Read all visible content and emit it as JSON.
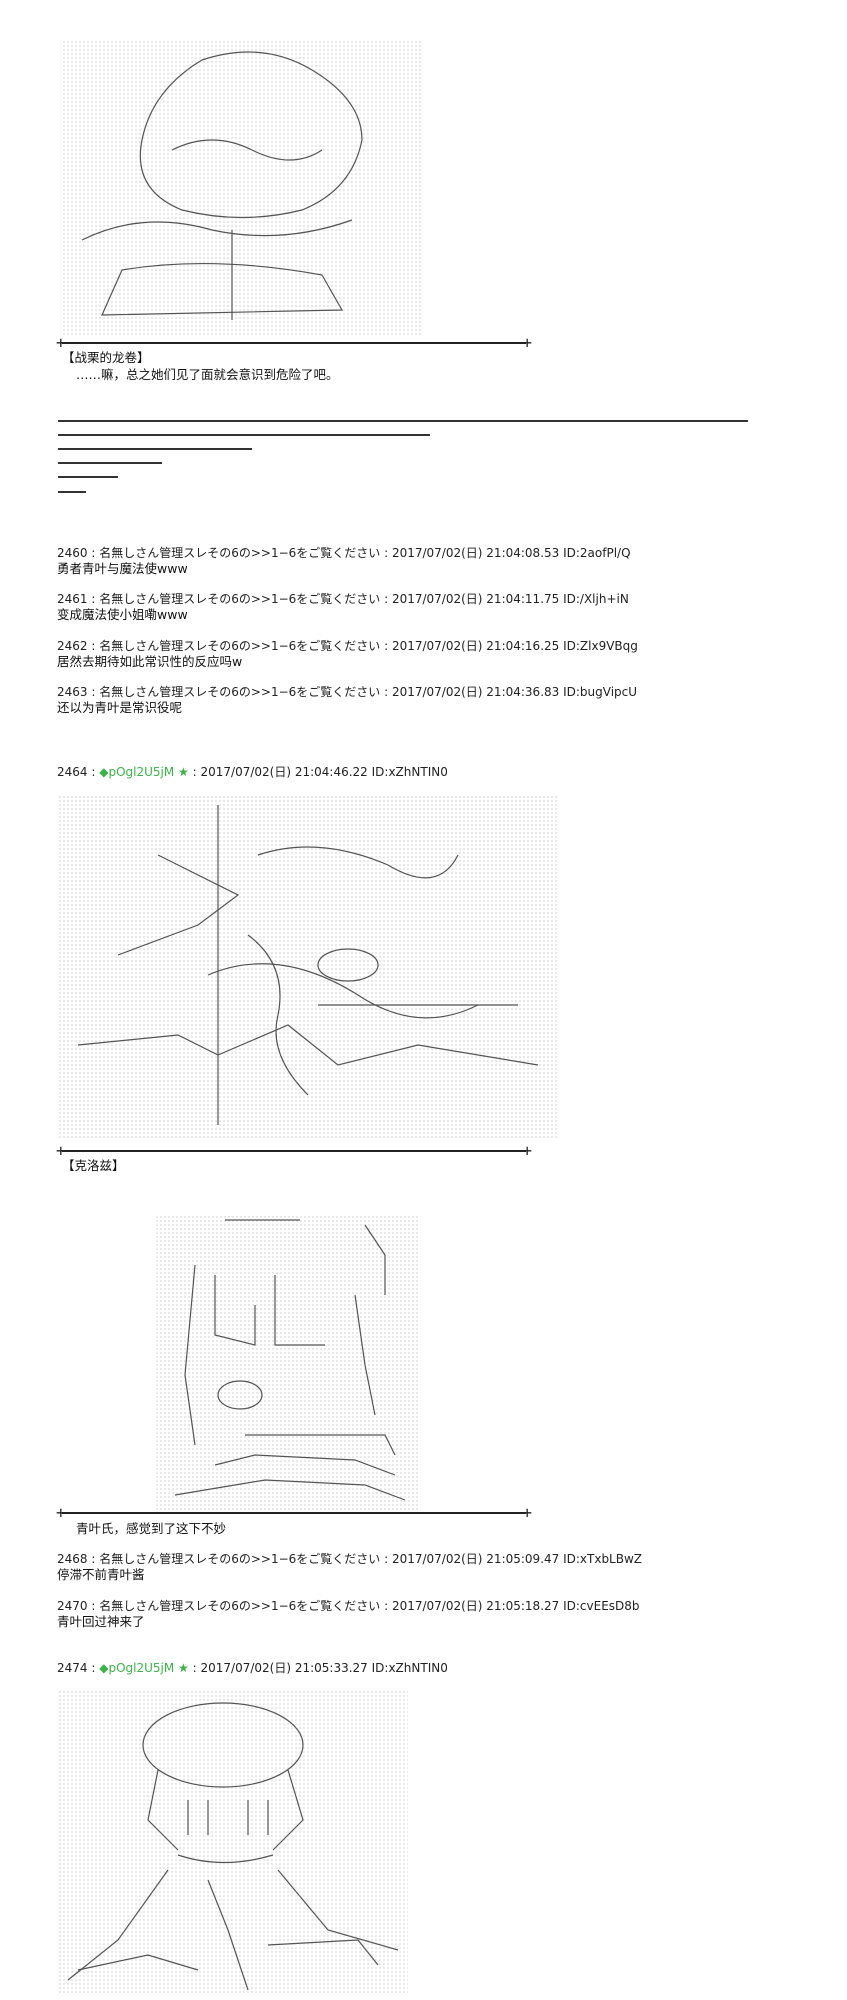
{
  "captions": {
    "c1_title": "【战栗的龙卷】",
    "c1_text": "……嘛，总之她们见了面就会意识到危险了吧。",
    "c2_title": "【克洛兹】",
    "c3_text": "青叶氏，感觉到了这下不妙"
  },
  "posts": [
    {
      "head": "2460 : 名無しさん管理スレその6の>>1−6をご覧ください : 2017/07/02(日) 21:04:08.53 ID:2aofPl/Q",
      "body": "勇者青叶与魔法使www"
    },
    {
      "head": "2461 : 名無しさん管理スレその6の>>1−6をご覧ください : 2017/07/02(日) 21:04:11.75 ID:/Xljh+iN",
      "body": "变成魔法使小姐嘞www"
    },
    {
      "head": "2462 : 名無しさん管理スレその6の>>1−6をご覧ください : 2017/07/02(日) 21:04:16.25 ID:Zlx9VBqg",
      "body": "居然去期待如此常识性的反应吗w"
    },
    {
      "head": "2463 : 名無しさん管理スレその6の>>1−6をご覧ください : 2017/07/02(日) 21:04:36.83 ID:bugVipcU",
      "body": "还以为青叶是常识役呢"
    },
    {
      "head": "2468 : 名無しさん管理スレその6の>>1−6をご覧ください : 2017/07/02(日) 21:05:09.47 ID:xTxbLBwZ",
      "body": "停滞不前青叶酱"
    },
    {
      "head": "2470 : 名無しさん管理スレその6の>>1−6をご覧ください : 2017/07/02(日) 21:05:18.27 ID:cvEEsD8b",
      "body": "青叶回过神来了"
    }
  ],
  "op_posts": [
    {
      "num": "2464 :",
      "trip": "◆pOgl2U5jM",
      "star": "★",
      "rest": " : 2017/07/02(日) 21:04:46.22 ID:xZhNTIN0"
    },
    {
      "num": "2474 :",
      "trip": "◆pOgl2U5jM",
      "star": "★",
      "rest": " : 2017/07/02(日) 21:05:33.27 ID:xZhNTIN0"
    }
  ]
}
